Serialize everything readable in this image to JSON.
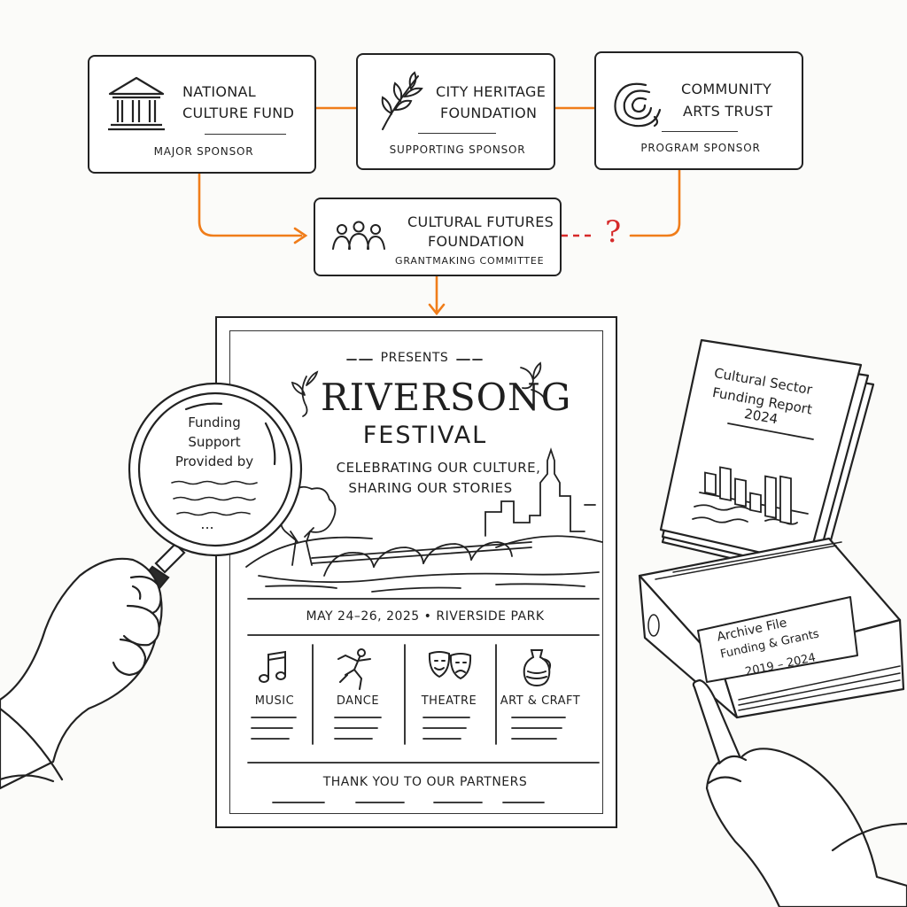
{
  "sponsors": [
    {
      "name_line1": "National",
      "name_line2": "Culture Fund",
      "role": "Major Sponsor",
      "icon": "building-columns-icon"
    },
    {
      "name_line1": "City Heritage",
      "name_line2": "Foundation",
      "role": "Supporting Sponsor",
      "icon": "leaf-icon"
    },
    {
      "name_line1": "Community",
      "name_line2": "Arts Trust",
      "role": "Program Sponsor",
      "icon": "spiral-icon"
    }
  ],
  "committee": {
    "name_line1": "Cultural Futures",
    "name_line2": "Foundation",
    "role": "Grantmaking Committee",
    "icon": "people-group-icon",
    "unknown_link_mark": "?"
  },
  "poster": {
    "presents": "Presents",
    "title": "RIVERSONG",
    "subtitle": "FESTIVAL",
    "tagline_line1": "Celebrating our culture,",
    "tagline_line2": "sharing our stories",
    "date_location": "May 24–26, 2025  •  Riverside Park",
    "categories": [
      {
        "label": "Music",
        "icon": "music-note-icon"
      },
      {
        "label": "Dance",
        "icon": "dancer-icon"
      },
      {
        "label": "Theatre",
        "icon": "theatre-masks-icon"
      },
      {
        "label": "Art & Craft",
        "icon": "vase-icon"
      }
    ],
    "thanks": "Thank you to our partners"
  },
  "magnifier": {
    "line1": "Funding",
    "line2": "Support",
    "line3": "Provided by",
    "ellipsis": "..."
  },
  "report": {
    "line1": "Cultural Sector",
    "line2": "Funding Report",
    "line3": "2024",
    "bars": [
      0.35,
      0.55,
      0.45,
      0.3,
      0.7,
      0.8
    ]
  },
  "archive": {
    "line1": "Archive File",
    "line2": "Funding & Grants",
    "line3": "2019 – 2024"
  },
  "colors": {
    "connector": "#f07d1a",
    "question": "#d62a2a",
    "ink": "#222222"
  }
}
